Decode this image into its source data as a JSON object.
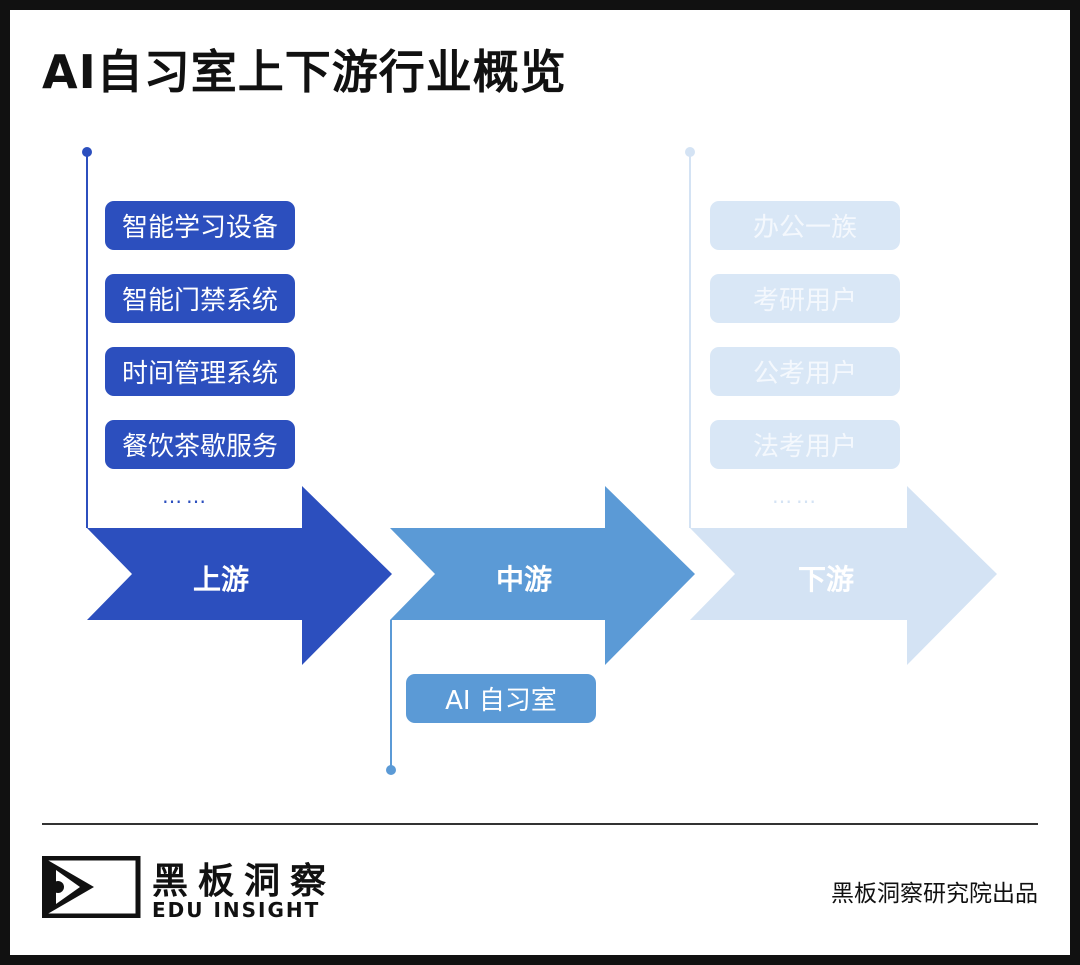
{
  "title": "AI自习室上下游行业概览",
  "stages": {
    "upstream": "上游",
    "midstream": "中游",
    "downstream": "下游"
  },
  "upstream_items": [
    "智能学习设备",
    "智能门禁系统",
    "时间管理系统",
    "餐饮茶歇服务"
  ],
  "midstream_items": [
    "AI 自习室"
  ],
  "downstream_items": [
    "办公一族",
    "考研用户",
    "公考用户",
    "法考用户"
  ],
  "ellipsis": "……",
  "footer": {
    "brand_cn": "黑板洞察",
    "brand_en": "EDU INSIGHT",
    "credit": "黑板洞察研究院出品"
  },
  "colors": {
    "upstream": "#2c4fbe",
    "midstream": "#5b9ad6",
    "downstream": "#d4e3f4"
  }
}
